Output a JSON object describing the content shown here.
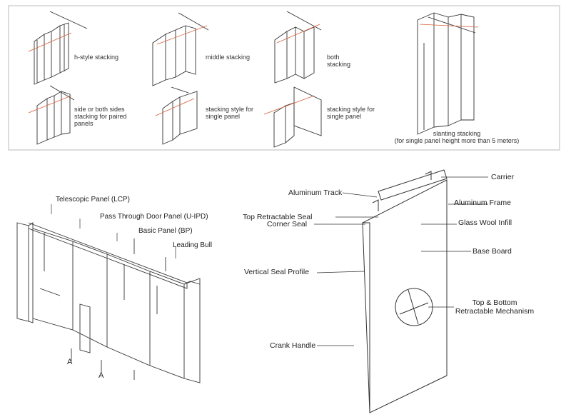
{
  "stacking_styles": [
    {
      "id": "h-style",
      "label": "h-style stacking"
    },
    {
      "id": "middle",
      "label": "middle stacking"
    },
    {
      "id": "both",
      "label": "both\nstacking"
    },
    {
      "id": "side-paired",
      "label": "side or both sides\nstacking for paired\npanels"
    },
    {
      "id": "single-a",
      "label": "stacking style for\nsingle panel"
    },
    {
      "id": "single-b",
      "label": "stacking style for\nsingle panel"
    },
    {
      "id": "slanting",
      "label": "slanting stacking\n(for single panel height more than 5 meters)"
    }
  ],
  "wall_assembly": {
    "telescopic": "Telescopic Panel (LCP)",
    "pass_through": "Pass Through Door Panel (U-IPD)",
    "basic": "Basic  Panel (BP)",
    "leading": "Leading Bull",
    "section_mark_1": "A",
    "section_mark_2": "A"
  },
  "panel_detail": {
    "carrier": "Carrier",
    "aluminum_track": "Aluminum Track",
    "aluminum_frame": "Aluminum Frame",
    "top_seal": "Top Retractable Seal",
    "corner_seal": "Corner Seal",
    "glass_wool": "Glass Wool Infill",
    "base_board": "Base Board",
    "vertical_seal": "Vertical Seal Profile",
    "mechanism": "Top & Bottom\nRetractable Mechanism",
    "crank": "Crank Handle"
  },
  "colors": {
    "line": "#333333",
    "accent": "#d9603a",
    "frame": "#bbbbbb"
  }
}
